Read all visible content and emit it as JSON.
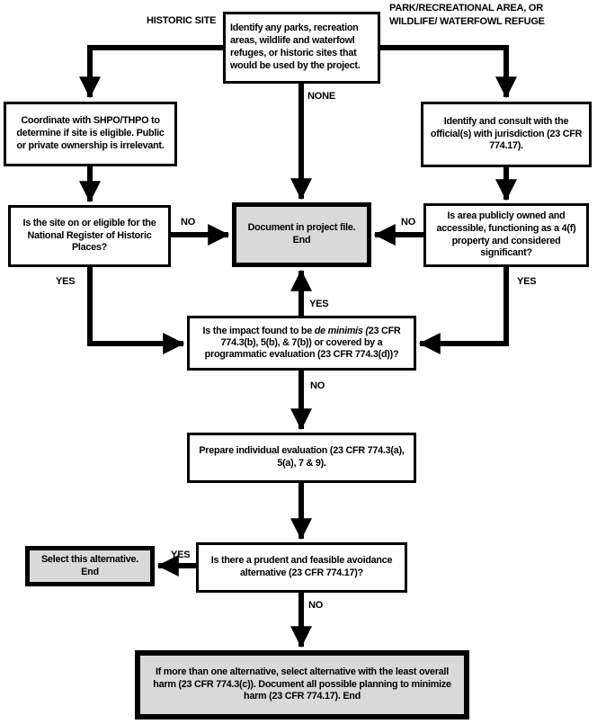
{
  "colors": {
    "line": "#000000",
    "border": "#000000",
    "end_box_fill": "#d9d9d9",
    "background": "#ffffff"
  },
  "edge_labels": {
    "historic_site": "HISTORIC SITE",
    "park_refuge": "PARK/RECREATIONAL AREA, OR WILDLIFE/ WATERFOWL REFUGE",
    "none": "NONE",
    "no_register": "NO",
    "no_public": "NO",
    "yes_register": "YES",
    "yes_public": "YES",
    "yes_deminimis": "YES",
    "no_deminimis": "NO",
    "yes_avoidance": "YES",
    "no_avoidance": "NO"
  },
  "boxes": {
    "identify": "Identify any parks, recreation areas, wildlife and waterfowl refuges, or historic sites that would be used by the project.",
    "coordinate": "Coordinate with SHPO/THPO to determine if site is eligible. Public or private ownership is irrelevant.",
    "consult": "Identify and consult with the official(s) with jurisdiction (23 CFR 774.17).",
    "register": "Is the site on or eligible for the National Register of Historic Places?",
    "document_file": {
      "line1": "Document in project file.",
      "end_label": "End"
    },
    "publicly_owned": "Is area publicly owned and accessible, functioning as a 4(f) property and considered significant?",
    "de_minimis": {
      "pre": "Is the impact found to be ",
      "italic": "de minimis (",
      "post": "23 CFR 774.3(b), 5(b), & 7(b)) or covered by a programmatic evaluation (23 CFR 774.3(d))?"
    },
    "prepare": "Prepare individual evaluation (23 CFR 774.3(a), 5(a), 7 & 9).",
    "select_alternative": {
      "line1": "Select this alternative.",
      "end_label": "End"
    },
    "avoidance": "Is there a prudent and feasible avoidance alternative (23 CFR 774.17)?",
    "least_harm": {
      "text": "If more than one alternative, select alternative with the least overall harm (23 CFR 774.3(c)). Document all possible planning to minimize harm (23 CFR 774.17). ",
      "end_label": "End"
    }
  }
}
